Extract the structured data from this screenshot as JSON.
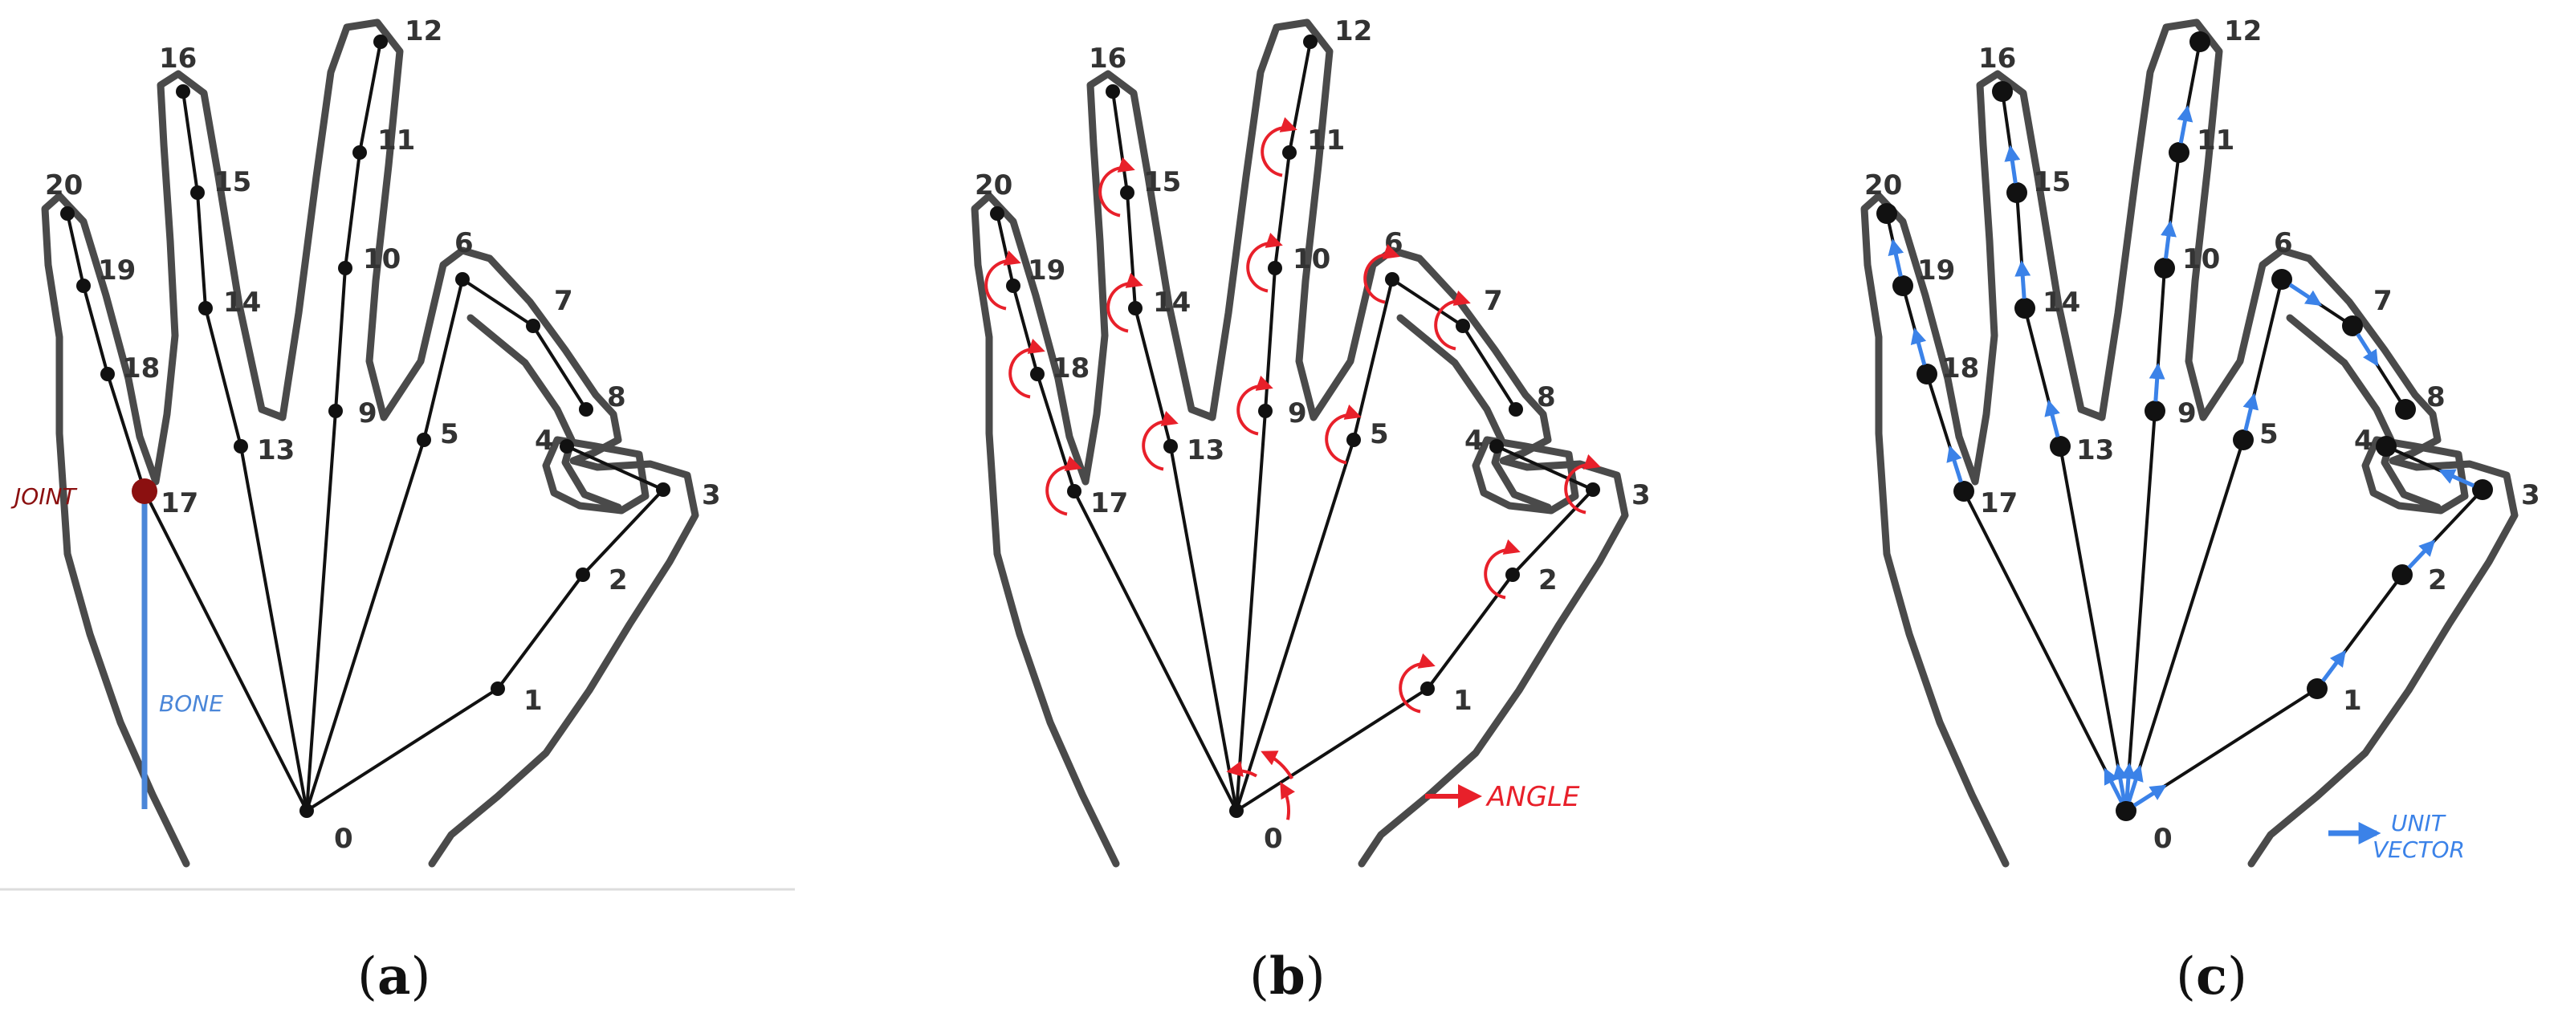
{
  "panels": [
    {
      "caption_letter": "a",
      "annotations": {
        "joint": "JOINT",
        "bone": "BONE"
      }
    },
    {
      "caption_letter": "b",
      "annotations": {
        "angle": "ANGLE"
      }
    },
    {
      "caption_letter": "c",
      "annotations": {
        "unit_vector_line1": "UNIT",
        "unit_vector_line2": "VECTOR"
      }
    }
  ],
  "joint_labels": [
    "0",
    "1",
    "2",
    "3",
    "4",
    "5",
    "6",
    "7",
    "8",
    "9",
    "10",
    "11",
    "12",
    "13",
    "14",
    "15",
    "16",
    "17",
    "18",
    "19",
    "20"
  ],
  "colors": {
    "outline": "#4a4a4a",
    "bone": "#111111",
    "joint_highlight": "#8b1010",
    "bone_highlight": "#4a86d8",
    "angle": "#e8202a",
    "unit_vector": "#3b82e8"
  }
}
